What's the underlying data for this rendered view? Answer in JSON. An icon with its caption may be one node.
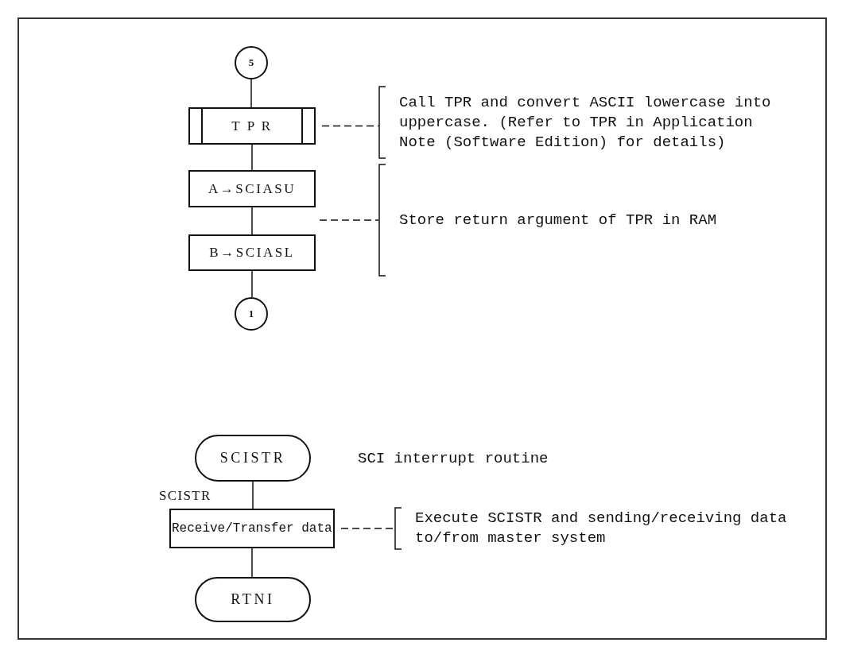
{
  "diagram": {
    "nodes": [
      {
        "text": [
          "5"
        ]
      },
      {
        "text": [
          "T P R"
        ]
      },
      {
        "text": [
          "A→SCIASU"
        ]
      },
      {
        "text": [
          "B→SCIASL"
        ]
      },
      {
        "text": [
          "1"
        ]
      },
      {
        "text": [
          "Call TPR and convert ASCII lowercase into uppercase. (Refer to TPR in Application Note (Software Edition) for details)"
        ]
      },
      {
        "text": [
          "Store return argument of TPR in RAM"
        ]
      },
      {
        "text": [
          "SCISTR"
        ],
        "beside": [
          "SCI interrupt routine"
        ]
      },
      {
        "text": [
          "Receive/Transfer data"
        ],
        "beside": [
          "SCISTR"
        ]
      },
      {
        "text": [
          "RTNI"
        ]
      },
      {
        "text": [
          "Execute SCISTR and sending/receiving data to/from master system"
        ]
      }
    ],
    "edges": [
      {
        "from": 0,
        "to": 1,
        "arrow": "none"
      },
      {
        "from": 1,
        "to": 2,
        "arrow": "none"
      },
      {
        "from": 2,
        "to": 3,
        "arrow": "none"
      },
      {
        "from": 3,
        "to": 4,
        "arrow": "none"
      },
      {
        "from": 1,
        "to": 5,
        "arrow": "none",
        "style": "dashed"
      },
      {
        "from": null,
        "to": 6,
        "arrow": "none",
        "style": "dashed"
      },
      {
        "from": 7,
        "to": 8,
        "arrow": "none"
      },
      {
        "from": 8,
        "to": 9,
        "arrow": "none"
      },
      {
        "from": 8,
        "to": 10,
        "arrow": "none",
        "style": "dashed"
      }
    ]
  }
}
